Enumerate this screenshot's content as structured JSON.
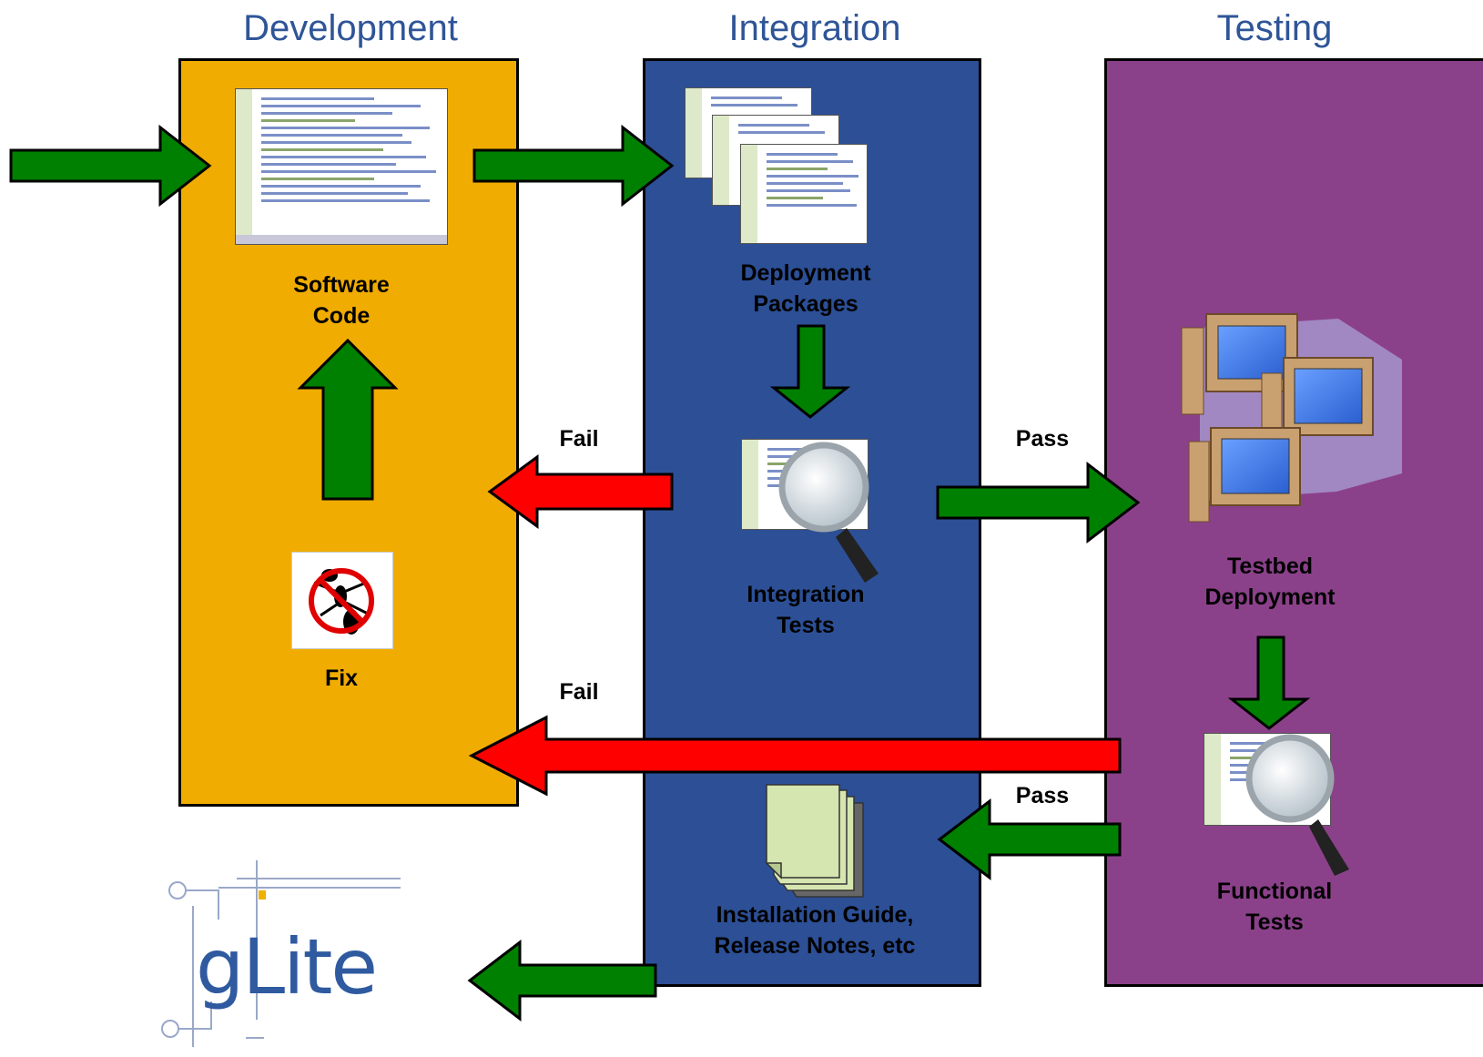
{
  "columns": {
    "development": "Development",
    "integration": "Integration",
    "testing": "Testing"
  },
  "nodes": {
    "software_code": [
      "Software",
      "Code"
    ],
    "fix": "Fix",
    "deployment_packages": [
      "Deployment",
      "Packages"
    ],
    "integration_tests": [
      "Integration",
      "Tests"
    ],
    "testbed_deployment": [
      "Testbed",
      "Deployment"
    ],
    "functional_tests": [
      "Functional",
      "Tests"
    ],
    "docs": [
      "Installation Guide,",
      "Release Notes, etc"
    ]
  },
  "edge_labels": {
    "integration_fail": "Fail",
    "integration_pass": "Pass",
    "functional_fail": "Fail",
    "functional_pass": "Pass"
  },
  "logo": "gLite",
  "colors": {
    "development_lane": "#f0ac00",
    "integration_lane": "#2c4f96",
    "testing_lane": "#8b418a",
    "pass_arrow": "#008000",
    "fail_arrow": "#ff0000",
    "title_text": "#2f5597"
  }
}
